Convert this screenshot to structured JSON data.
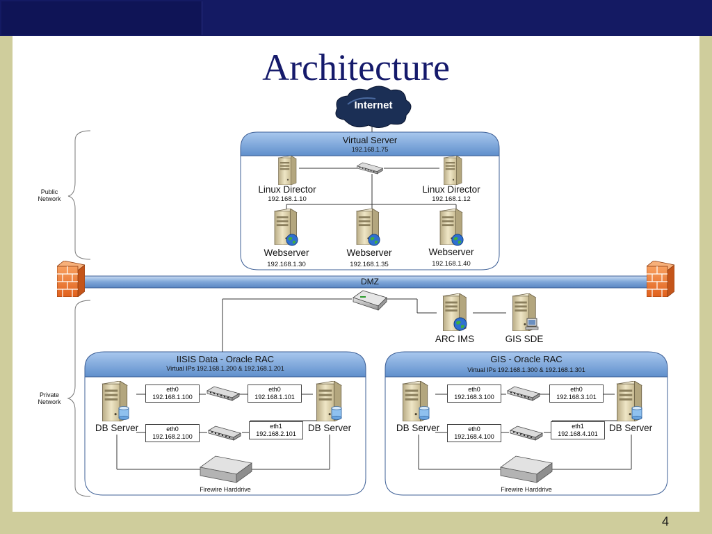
{
  "slide": {
    "title": "Architecture",
    "page_number": "4"
  },
  "internet": {
    "label": "Internet"
  },
  "virtual_server": {
    "title": "Virtual Server",
    "ip": "192.168.1.75",
    "linux_director_1": {
      "label": "Linux Director",
      "ip": "192.168.1.10"
    },
    "linux_director_2": {
      "label": "Linux Director",
      "ip": "192.168.1.12"
    },
    "webserver_1": {
      "label": "Webserver",
      "ip": "192.168.1.30"
    },
    "webserver_2": {
      "label": "Webserver",
      "ip": "192.168.1.35"
    },
    "webserver_3": {
      "label": "Webserver",
      "ip": "192.168.1.40"
    }
  },
  "public_network": {
    "line1": "Public",
    "line2": "Network"
  },
  "private_network": {
    "line1": "Private",
    "line2": "Network"
  },
  "dmz": {
    "label": "DMZ"
  },
  "arc_ims": {
    "label": "ARC IMS"
  },
  "gis_sde": {
    "label": "GIS SDE"
  },
  "iisis_rac": {
    "title": "IISIS Data - Oracle RAC",
    "virtual_ips": "Virtual IPs 192.168.1.200 & 192.168.1.201",
    "db_server_left": "DB Server",
    "db_server_right": "DB Server",
    "box_tl": {
      "iface": "eth0",
      "ip": "192.168.1.100"
    },
    "box_tr": {
      "iface": "eth0",
      "ip": "192.168.1.101"
    },
    "box_bl": {
      "iface": "eth0",
      "ip": "192.168.2.100"
    },
    "box_br": {
      "iface": "eth1",
      "ip": "192.168.2.101"
    },
    "harddrive": "Firewire Harddrive"
  },
  "gis_rac": {
    "title": "GIS - Oracle RAC",
    "virtual_ips": "Virtual IPs 192.168.1.300 & 192.168.1.301",
    "db_server_left": "DB Server",
    "db_server_right": "DB Server",
    "box_tl": {
      "iface": "eth0",
      "ip": "192.168.3.100"
    },
    "box_tr": {
      "iface": "eth0",
      "ip": "192.168.3.101"
    },
    "box_bl": {
      "iface": "eth0",
      "ip": "192.168.4.100"
    },
    "box_br": {
      "iface": "eth1",
      "ip": "192.168.4.101"
    },
    "harddrive": "Firewire Harddrive"
  },
  "icons": {
    "server": "server-icon",
    "webserver": "webserver-globe-icon",
    "database": "database-cylinder-icon",
    "switch": "network-switch-icon",
    "router": "router-icon",
    "firewall": "firewall-brick-icon",
    "cloud": "internet-cloud-icon",
    "harddrive": "harddrive-icon"
  },
  "colors": {
    "title_blue": "#151a6b",
    "topbar": "#141a63",
    "frame": "#cfcd9c",
    "panel_header": "#6f9fd6",
    "dmz_bar": "#8fb3df",
    "firewall": "#f07a2e",
    "server_body": "#e4d9b3"
  }
}
